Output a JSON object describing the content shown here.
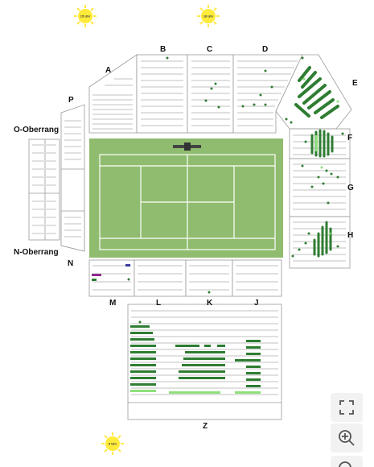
{
  "suns": [
    {
      "id": "sun-15",
      "label": "15 Uhr"
    },
    {
      "id": "sun-18",
      "label": "18 Uhr"
    },
    {
      "id": "sun-9",
      "label": "9 Uhr"
    }
  ],
  "sections": {
    "A": "A",
    "B": "B",
    "C": "C",
    "D": "D",
    "E": "E",
    "F": "F",
    "G": "G",
    "H": "H",
    "J": "J",
    "K": "K",
    "L": "L",
    "M": "M",
    "N": "N",
    "P": "P",
    "Z": "Z"
  },
  "tiers": {
    "o_oberrang": "O-Oberrang",
    "n_oberrang": "N-Oberrang"
  },
  "controls": {
    "fullscreen": "fullscreen-icon",
    "zoom_in": "zoom-in-icon",
    "zoom_out": "zoom-out-icon"
  },
  "colors": {
    "court": "#8fbc6e",
    "seat_empty": "#e6e6e6",
    "seat_available": "#2e7d32",
    "seat_available_light": "#8ee07a",
    "seat_selected": "#8e2c8e",
    "sun": "#ffeb3b"
  }
}
